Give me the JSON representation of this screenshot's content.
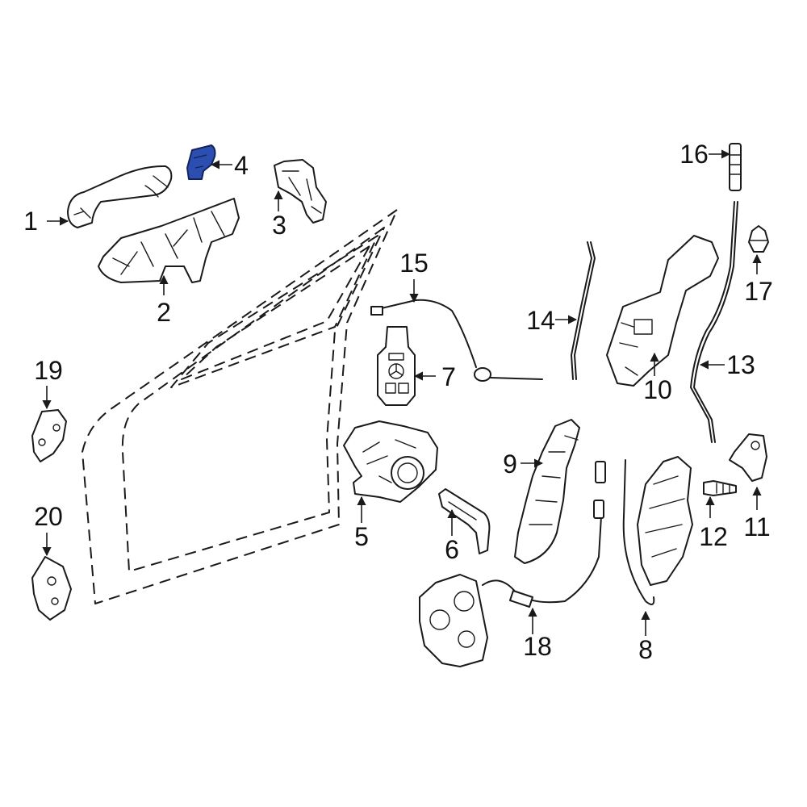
{
  "colors": {
    "line": "#1a1a1a",
    "background": "#ffffff",
    "highlight_fill": "#2b4eb0",
    "highlight_stroke": "#12235c"
  },
  "highlighted_part": "4",
  "callouts": {
    "c1": "1",
    "c2": "2",
    "c3": "3",
    "c4": "4",
    "c5": "5",
    "c6": "6",
    "c7": "7",
    "c8": "8",
    "c9": "9",
    "c10": "10",
    "c11": "11",
    "c12": "12",
    "c13": "13",
    "c14": "14",
    "c15": "15",
    "c16": "16",
    "c17": "17",
    "c18": "18",
    "c19": "19",
    "c20": "20"
  }
}
